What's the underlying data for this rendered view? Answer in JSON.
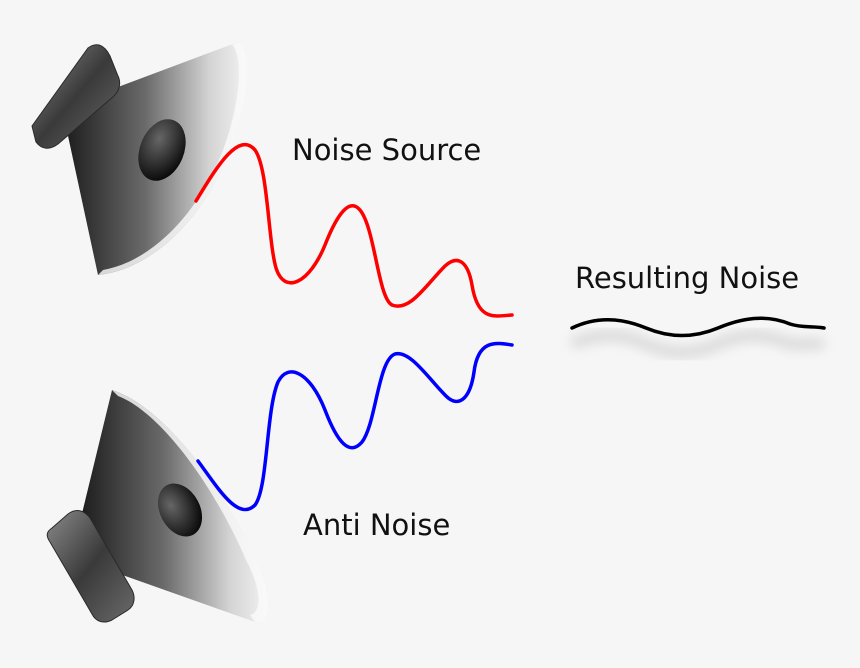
{
  "labels": {
    "noise_source": "Noise Source",
    "resulting_noise": "Resulting Noise",
    "anti_noise": "Anti Noise"
  },
  "colors": {
    "background": "#f6f6f6",
    "noise_wave": "#ff0000",
    "anti_wave": "#0000ff",
    "result_wave": "#000000",
    "text": "#111111"
  },
  "icons": {
    "top_speaker": "speaker-icon",
    "bottom_speaker": "speaker-icon"
  }
}
